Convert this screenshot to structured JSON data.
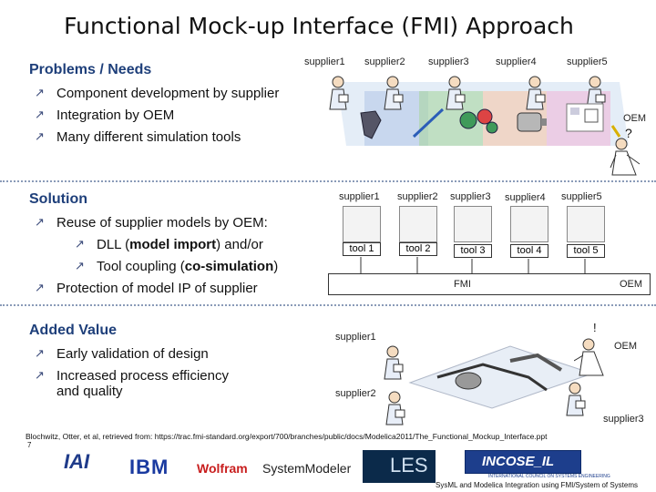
{
  "title": "Functional Mock-up Interface (FMI) Approach",
  "problems": {
    "heading": "Problems / Needs",
    "items": [
      "Component development by supplier",
      "Integration by OEM",
      "Many different simulation tools"
    ]
  },
  "solution": {
    "heading": "Solution",
    "item1": "Reuse of supplier models by OEM:",
    "sub1_prefix": "DLL (",
    "sub1_bold": "model import",
    "sub1_suffix": ") and/or",
    "sub2_prefix": "Tool coupling (",
    "sub2_bold": "co-simulation",
    "sub2_suffix": ")",
    "item2": "Protection of model IP of supplier"
  },
  "added_value": {
    "heading": "Added Value",
    "items": [
      "Early validation of design",
      "Increased process efficiency and quality"
    ]
  },
  "diagram1": {
    "suppliers": [
      "supplier1",
      "supplier2",
      "supplier3",
      "supplier4",
      "supplier5"
    ],
    "oem": "OEM",
    "question": "?"
  },
  "diagram2": {
    "suppliers": [
      "supplier1",
      "supplier2",
      "supplier3",
      "supplier4",
      "supplier5"
    ],
    "tools": [
      "tool 1",
      "tool 2",
      "tool 3",
      "tool 4",
      "tool 5"
    ],
    "fmi": "FMI",
    "oem": "OEM"
  },
  "diagram3": {
    "supplier1": "supplier1",
    "supplier2": "supplier2",
    "supplier3": "supplier3",
    "oem": "OEM",
    "exclaim": "!"
  },
  "reference": "Blochwitz, Otter, et al, retrieved from: https://trac.fmi-standard.org/export/700/branches/public/docs/Modelica2011/The_Functional_Mockup_Interface.ppt",
  "footer": {
    "page_number": "7",
    "logos": [
      "IAI",
      "IBM",
      "Wolfram",
      "SystemModeler",
      "LES",
      "INCOSE_IL"
    ],
    "incose_sub": "INTERNATIONAL COUNCIL ON SYSTEMS ENGINEERING",
    "caption": "SysML and Modelica Integration using FMI/System of Systems"
  },
  "colors": {
    "heading": "#1e3f7a",
    "divider": "#8a9bb8"
  }
}
